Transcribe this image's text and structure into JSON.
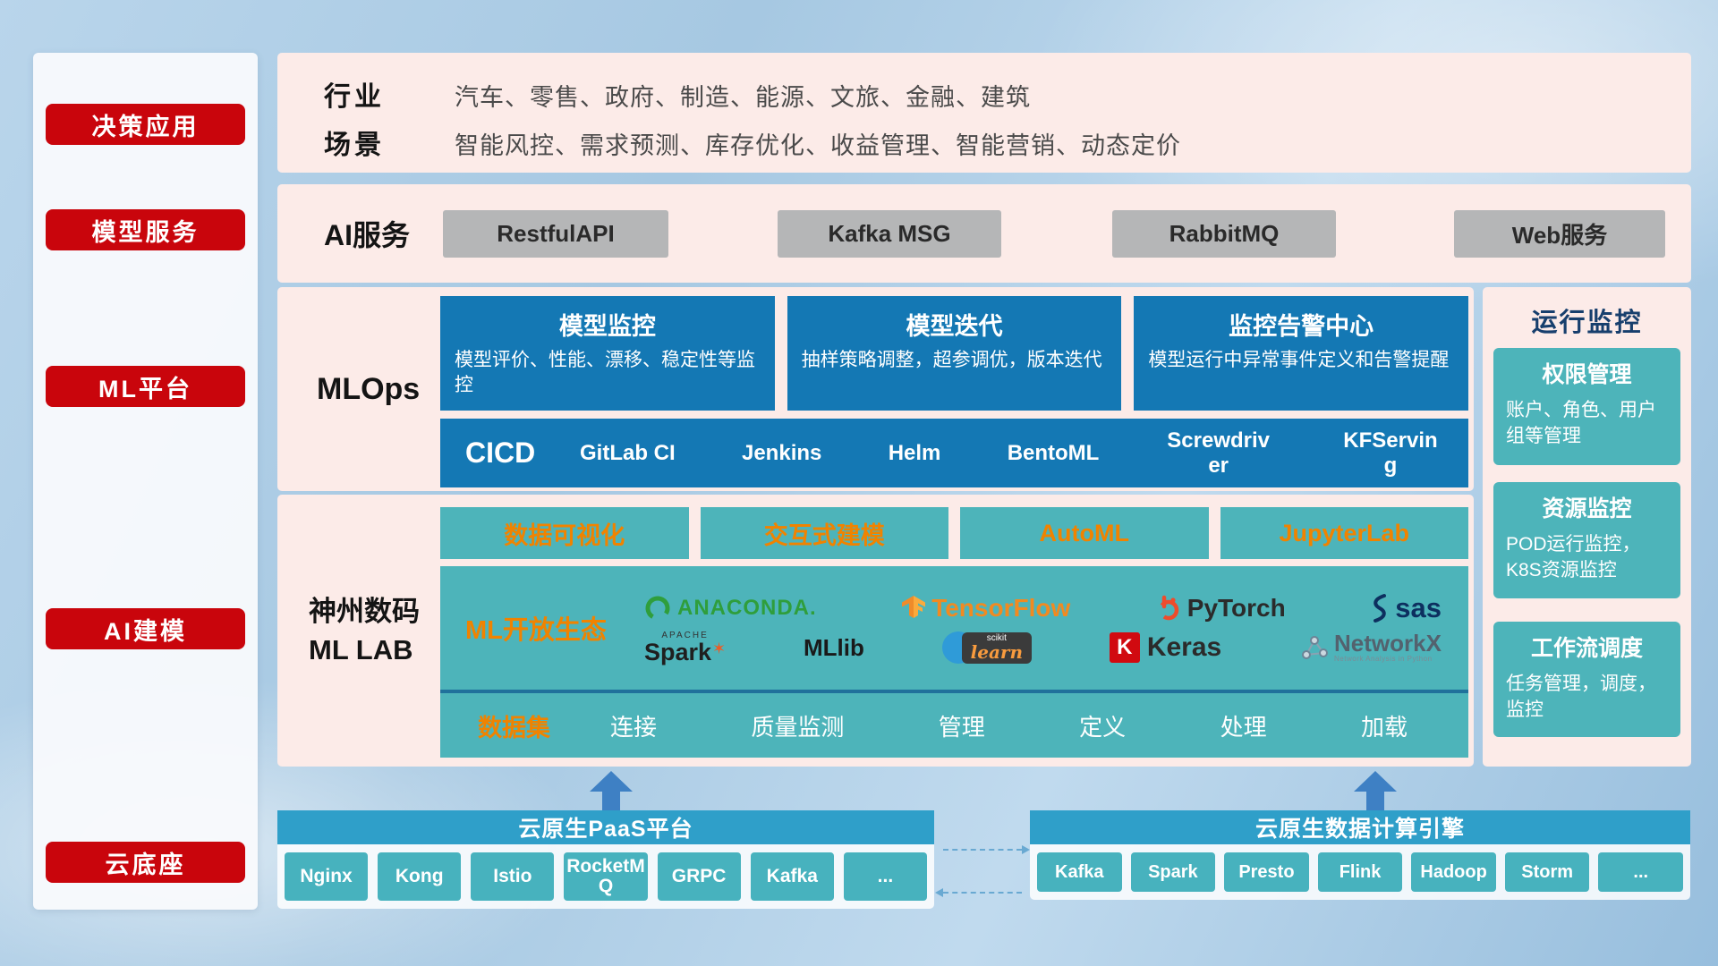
{
  "colors": {
    "red": "#c9050c",
    "panel_pink": "#fcebe8",
    "blue": "#1478b4",
    "teal": "#4db4ba",
    "orange": "#f08300",
    "bar_blue": "#2f9fc9",
    "button_gray": "#b5b6b7"
  },
  "sidebar": {
    "items": [
      {
        "label": "决策应用"
      },
      {
        "label": "模型服务"
      },
      {
        "label": "ML平台"
      },
      {
        "label": "AI建模"
      },
      {
        "label": "云底座"
      }
    ]
  },
  "industry": {
    "label": "行业",
    "text": "汽车、零售、政府、制造、能源、文旅、金融、建筑"
  },
  "scenario": {
    "label": "场景",
    "text": "智能风控、需求预测、库存优化、收益管理、智能营销、动态定价"
  },
  "ai_service": {
    "label": "AI服务",
    "buttons": [
      "RestfulAPI",
      "Kafka MSG",
      "RabbitMQ",
      "Web服务"
    ]
  },
  "mlops": {
    "label": "MLOps",
    "cards": [
      {
        "title": "模型监控",
        "desc": "模型评价、性能、漂移、稳定性等监控"
      },
      {
        "title": "模型迭代",
        "desc": "抽样策略调整，超参调优，版本迭代"
      },
      {
        "title": "监控告警中心",
        "desc": "模型运行中异常事件定义和告警提醒"
      }
    ],
    "cicd_label": "CICD",
    "cicd_tools": [
      "GitLab CI",
      "Jenkins",
      "Helm",
      "BentoML",
      "Screwdriver",
      "KFServing"
    ]
  },
  "mllab": {
    "label_line1": "神州数码",
    "label_line2": "ML LAB",
    "top_items": [
      "数据可视化",
      "交互式建模",
      "AutoML",
      "JupyterLab"
    ],
    "eco_label": "ML开放生态",
    "logos": {
      "anaconda": "ANACONDA.",
      "tensorflow": "TensorFlow",
      "pytorch": "PyTorch",
      "sas": "sas",
      "apache": "APACHE",
      "spark": "Spark",
      "mllib": "MLlib",
      "scikit": "scikit",
      "learn": "learn",
      "keras_letter": "K",
      "keras": "Keras",
      "networkx": "NetworkX",
      "networkx_sub": "Network Analysis in Python"
    },
    "dataset_label": "数据集",
    "dataset_items": [
      "连接",
      "质量监测",
      "管理",
      "定义",
      "处理",
      "加载"
    ]
  },
  "monitoring": {
    "title": "运行监控",
    "cards": [
      {
        "title": "权限管理",
        "desc": "账户、角色、用户组等管理"
      },
      {
        "title": "资源监控",
        "desc": "POD运行监控，K8S资源监控"
      },
      {
        "title": "工作流调度",
        "desc": "任务管理，调度，监控"
      }
    ]
  },
  "bottom": {
    "paas_title": "云原生PaaS平台",
    "paas_items": [
      "Nginx",
      "Kong",
      "Istio",
      "RocketMQ",
      "GRPC",
      "Kafka",
      "..."
    ],
    "engine_title": "云原生数据计算引擎",
    "engine_items": [
      "Kafka",
      "Spark",
      "Presto",
      "Flink",
      "Hadoop",
      "Storm",
      "..."
    ]
  }
}
